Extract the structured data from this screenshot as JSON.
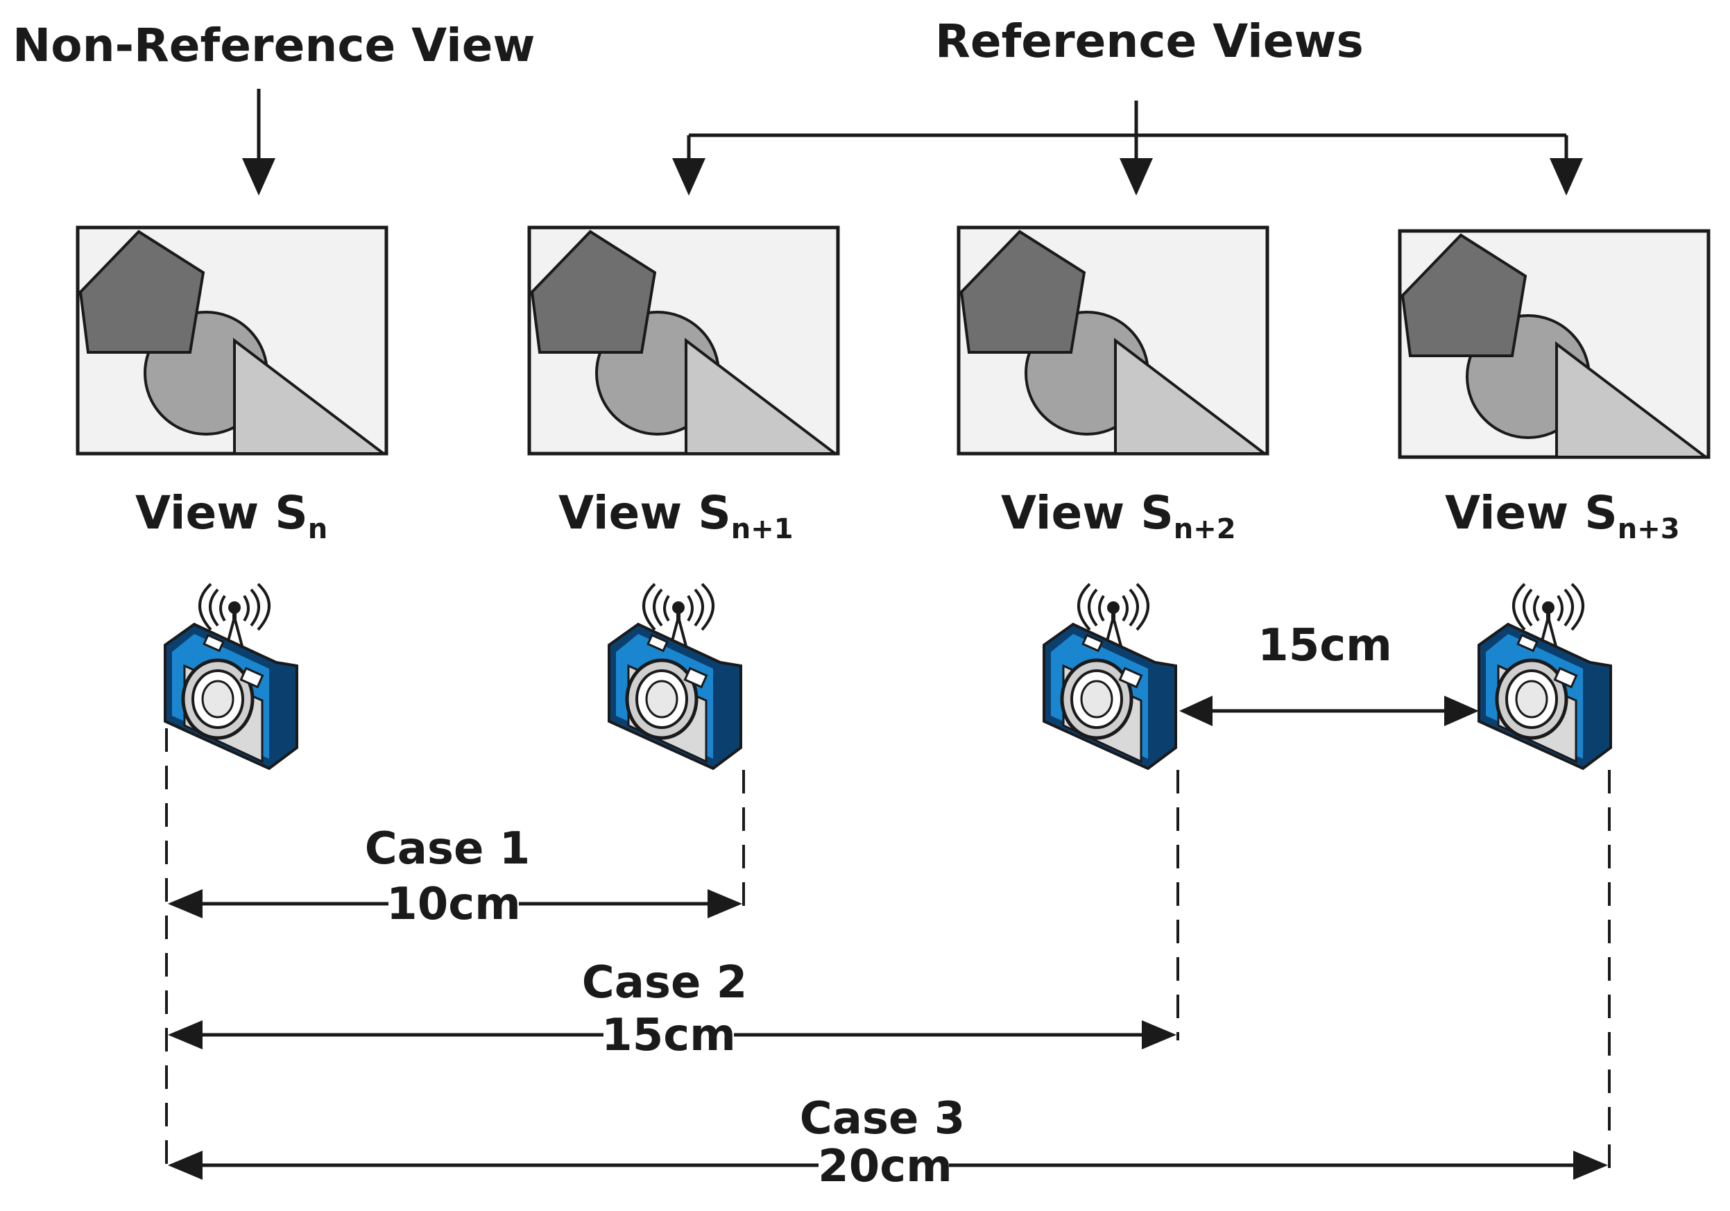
{
  "labels": {
    "non_reference": "Non-Reference View",
    "reference": "Reference Views"
  },
  "views": [
    {
      "prefix": "View S",
      "subscript": "n"
    },
    {
      "prefix": "View S",
      "subscript": "n+1"
    },
    {
      "prefix": "View S",
      "subscript": "n+2"
    },
    {
      "prefix": "View S",
      "subscript": "n+3"
    }
  ],
  "camera_spacing": "15cm",
  "cases": [
    {
      "name": "Case 1",
      "distance": "10cm"
    },
    {
      "name": "Case 2",
      "distance": "15cm"
    },
    {
      "name": "Case 3",
      "distance": "20cm"
    }
  ],
  "colors": {
    "camera_blue": "#1a86cf",
    "camera_dark": "#0b3f6e",
    "line": "#1a1a1a"
  },
  "icons": [
    "wireless-camera-icon"
  ]
}
